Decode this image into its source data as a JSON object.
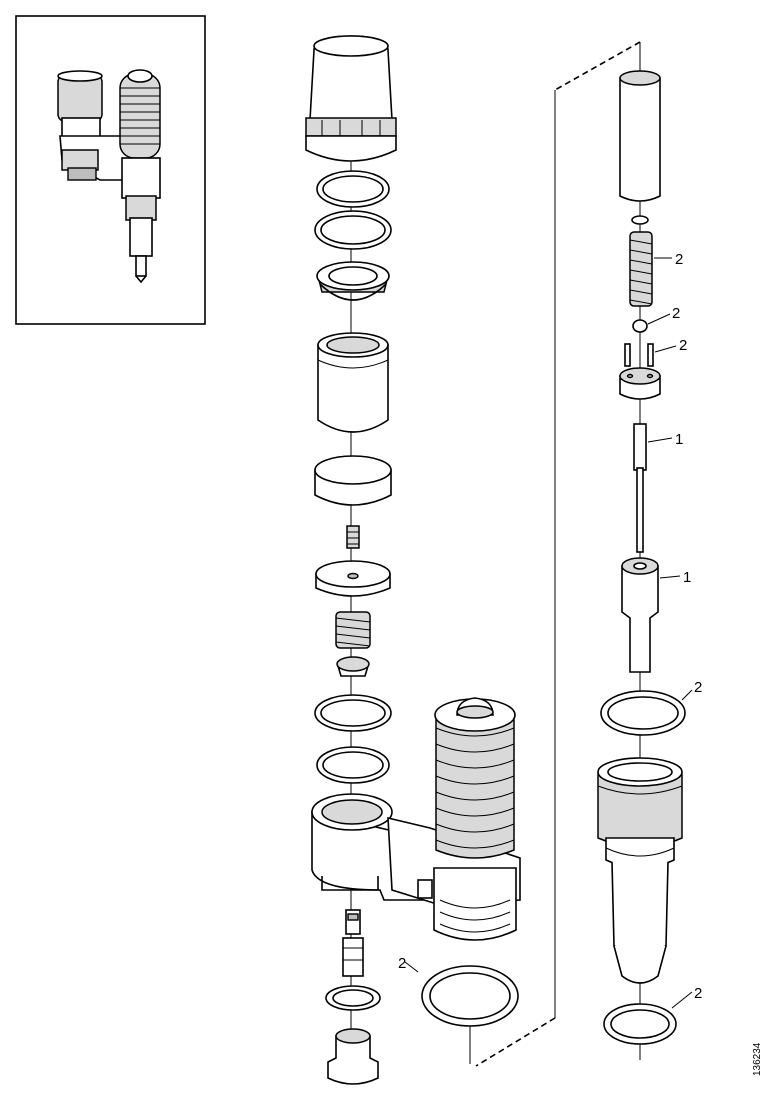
{
  "figure_code": "136234",
  "labels": {
    "l2_spring": "2",
    "l2_ball": "2",
    "l2_pins": "2",
    "l1_plunger": "1",
    "l1_barrel": "1",
    "l2_oring_upper": "2",
    "l2_oring_lower": "2",
    "l2_oring_body": "2"
  },
  "icons": {
    "inset": "unit-injector-overview-icon",
    "exploded": "injector-exploded-view"
  }
}
